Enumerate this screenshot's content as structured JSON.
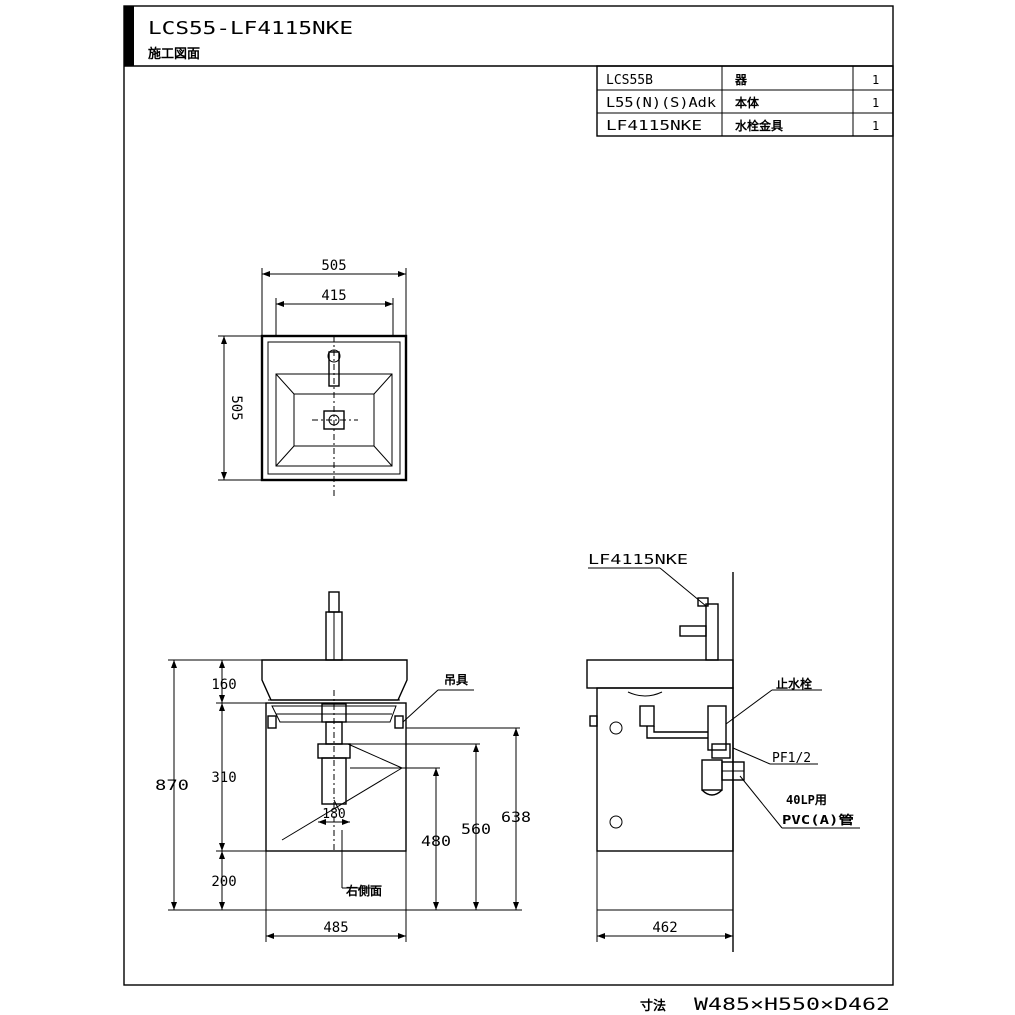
{
  "title_block": {
    "model": "LCS55-LF4115NKE",
    "subtitle": "施工図面"
  },
  "parts_table": {
    "rows": [
      {
        "code": "LCS55B",
        "name": "器",
        "qty": "1"
      },
      {
        "code": "L55(N)(S)Adk",
        "name": "本体",
        "qty": "1"
      },
      {
        "code": "LF4115NKE",
        "name": "水栓金具",
        "qty": "1"
      }
    ]
  },
  "plan_view": {
    "dim_outer_width": "505",
    "dim_inner_width": "415",
    "dim_depth": "505"
  },
  "front_view": {
    "dim_160": "160",
    "dim_310": "310",
    "dim_870": "870",
    "dim_200": "200",
    "dim_180": "180",
    "dim_480": "480",
    "dim_560": "560",
    "dim_638": "638",
    "dim_width": "485",
    "label_bracket": "吊具",
    "label_drain": "右側面"
  },
  "side_view": {
    "faucet_label": "LF4115NKE",
    "label_stop_valve": "止水栓",
    "label_pf": "PF1/2",
    "label_trap_1": "40LP用",
    "label_trap_2": "PVC(A)管",
    "dim_depth": "462"
  },
  "footer": {
    "size_label": "寸法",
    "size_value": "W485×H550×D462"
  }
}
